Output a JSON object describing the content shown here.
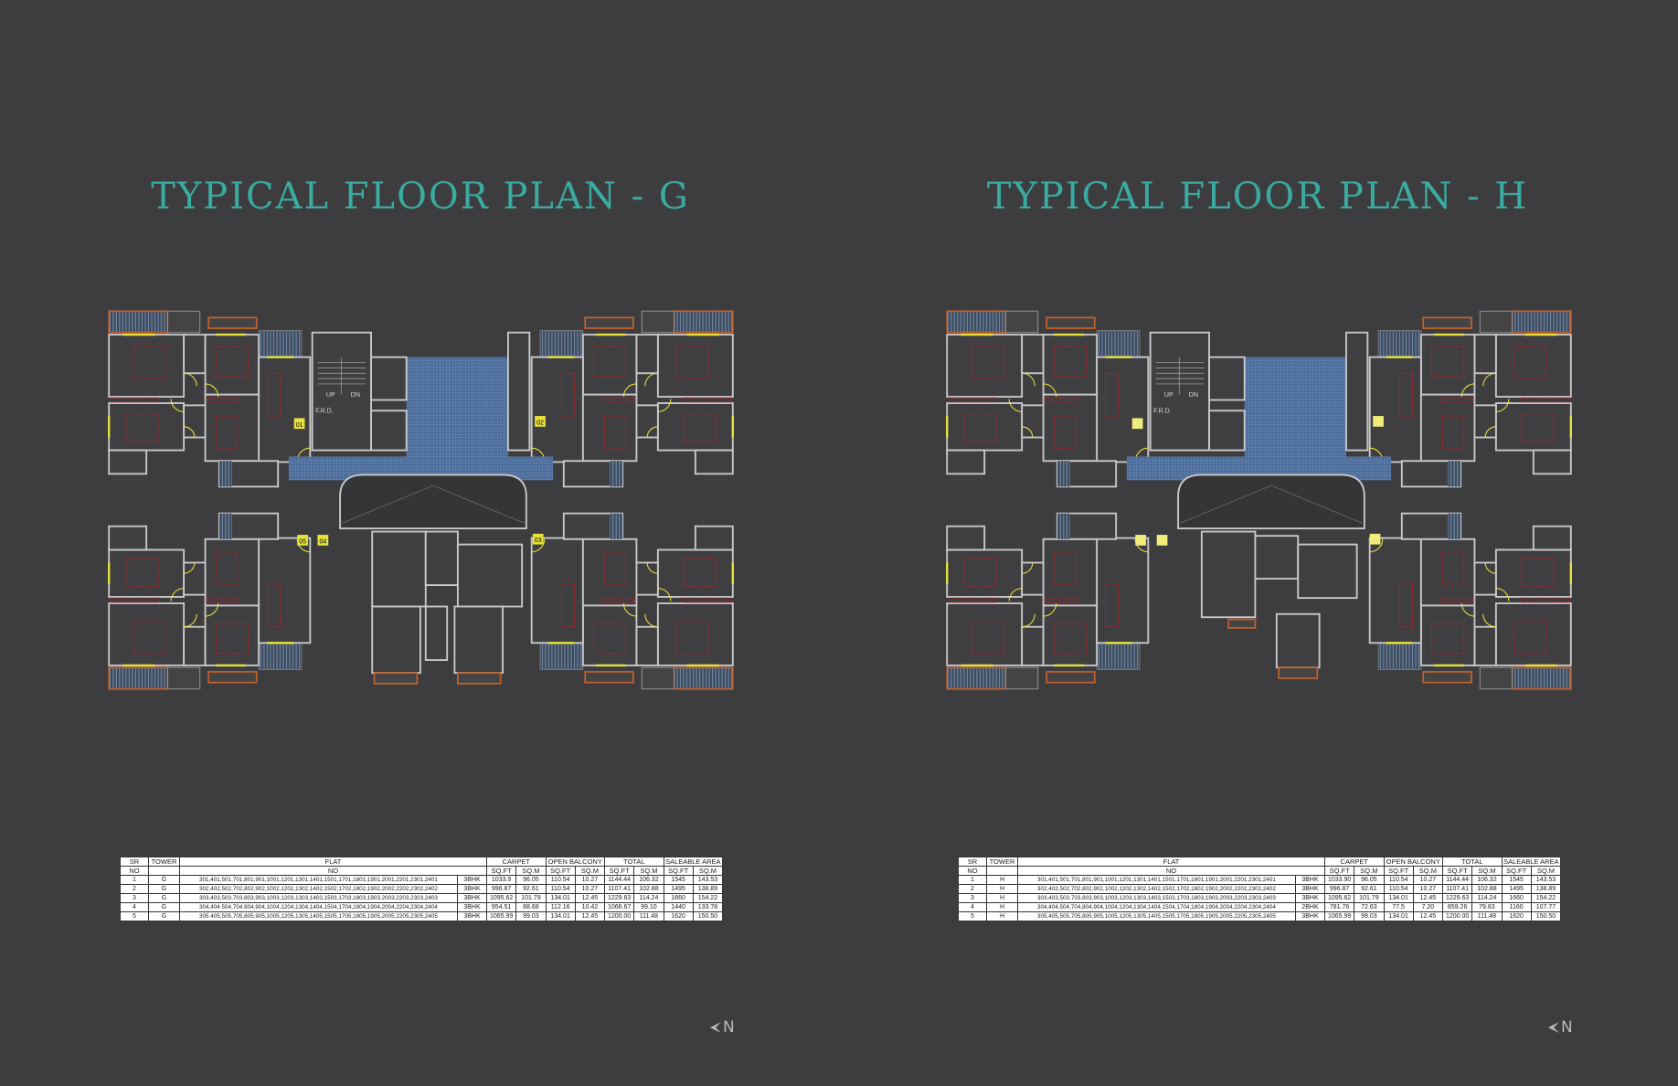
{
  "plans": [
    {
      "title": "TYPICAL FLOOR PLAN - G",
      "unit_badges": [
        "01",
        "02",
        "03",
        "04",
        "05"
      ],
      "core_labels": {
        "up": "UP",
        "dn": "DN",
        "frd": "F.R.D."
      },
      "table": {
        "headers": {
          "sr": "SR",
          "sr2": "NO",
          "tower": "TOWER",
          "flat": "FLAT",
          "flat2": "NO",
          "carpet": "CARPET",
          "balcony": "OPEN BALCONY",
          "total": "TOTAL",
          "saleable": "SALEABLE AREA",
          "sqft": "SQ.FT",
          "sqm": "SQ.M"
        },
        "rows": [
          {
            "sr": "1",
            "tower": "G",
            "flats": "301,401,501,701,801,901,1001,1201,1301,1401,1501,1701,1801,1901,2001,2201,2301,2401",
            "type": "3BHK",
            "carpet_sqft": "1033.9",
            "carpet_sqm": "96.05",
            "balcony_sqft": "110.54",
            "balcony_sqm": "10.27",
            "total_sqft": "1144.44",
            "total_sqm": "106.32",
            "saleable_sqft": "1545",
            "saleable_sqm": "143.53"
          },
          {
            "sr": "2",
            "tower": "G",
            "flats": "302,402,502,702,802,902,1002,1202,1302,1402,1502,1702,1802,1902,2002,2202,2302,2402",
            "type": "3BHK",
            "carpet_sqft": "996.87",
            "carpet_sqm": "92.61",
            "balcony_sqft": "110.54",
            "balcony_sqm": "10.27",
            "total_sqft": "1107.41",
            "total_sqm": "102.88",
            "saleable_sqft": "1495",
            "saleable_sqm": "138.89"
          },
          {
            "sr": "3",
            "tower": "G",
            "flats": "303,403,503,703,803,903,1003,1203,1303,1403,1503,1703,1803,1903,2003,2203,2303,2403",
            "type": "3BHK",
            "carpet_sqft": "1095.62",
            "carpet_sqm": "101.79",
            "balcony_sqft": "134.01",
            "balcony_sqm": "12.45",
            "total_sqft": "1229.63",
            "total_sqm": "114.24",
            "saleable_sqft": "1660",
            "saleable_sqm": "154.22"
          },
          {
            "sr": "4",
            "tower": "G",
            "flats": "304,404 504,704 804,904,1004,1204,1304,1404,1504,1704,1804,1904,2004,2204,2304,2404",
            "type": "3BHK",
            "carpet_sqft": "954.51",
            "carpet_sqm": "88.68",
            "balcony_sqft": "112.16",
            "balcony_sqm": "10.42",
            "total_sqft": "1066.67",
            "total_sqm": "99.10",
            "saleable_sqft": "1440",
            "saleable_sqm": "133.78"
          },
          {
            "sr": "5",
            "tower": "G",
            "flats": "305 405,505,705,805,905,1005,1205,1305,1405,1505,1705,1805,1905,2005,2205,2305,2405",
            "type": "3BHK",
            "carpet_sqft": "1065.99",
            "carpet_sqm": "99.03",
            "balcony_sqft": "134.01",
            "balcony_sqm": "12.45",
            "total_sqft": "1200.00",
            "total_sqm": "111.48",
            "saleable_sqft": "1620",
            "saleable_sqm": "150.50"
          }
        ]
      },
      "north_label": "N"
    },
    {
      "title": "TYPICAL FLOOR PLAN - H",
      "unit_badges": [
        "",
        "",
        "",
        "",
        ""
      ],
      "core_labels": {
        "up": "UP",
        "dn": "DN",
        "frd": "F.R.D."
      },
      "table": {
        "headers": {
          "sr": "SR",
          "sr2": "NO",
          "tower": "TOWER",
          "flat": "FLAT",
          "flat2": "NO",
          "carpet": "CARPET",
          "balcony": "OPEN BALCONY",
          "total": "TOTAL",
          "saleable": "SALEABLE AREA",
          "sqft": "SQ.FT",
          "sqm": "SQ.M"
        },
        "rows": [
          {
            "sr": "1",
            "tower": "H",
            "flats": "301,401,501,701,801,901,1001,1201,1301,1401,1501,1701,1801,1901,2001,2201,2301,2401",
            "type": "3BHK",
            "carpet_sqft": "1033.90",
            "carpet_sqm": "96.05",
            "balcony_sqft": "110.54",
            "balcony_sqm": "10.27",
            "total_sqft": "1144.44",
            "total_sqm": "106.32",
            "saleable_sqft": "1545",
            "saleable_sqm": "143.53"
          },
          {
            "sr": "2",
            "tower": "H",
            "flats": "302,402,502,702,802,902,1002,1202,1302,1402,1502,1702,1802,1902,2002,2202,2302,2402",
            "type": "3BHK",
            "carpet_sqft": "996.87",
            "carpet_sqm": "92.61",
            "balcony_sqft": "110.54",
            "balcony_sqm": "10.27",
            "total_sqft": "1107.41",
            "total_sqm": "102.88",
            "saleable_sqft": "1495",
            "saleable_sqm": "138.89"
          },
          {
            "sr": "3",
            "tower": "H",
            "flats": "303,403,503,703,803,903,1003,1203,1303,1403,1503,1703,1803,1903,2003,2203,2303,2403",
            "type": "3BHK",
            "carpet_sqft": "1095.62",
            "carpet_sqm": "101.79",
            "balcony_sqft": "134.01",
            "balcony_sqm": "12.45",
            "total_sqft": "1229.63",
            "total_sqm": "114.24",
            "saleable_sqft": "1660",
            "saleable_sqm": "154.22"
          },
          {
            "sr": "4",
            "tower": "H",
            "flats": "304,404,504,704,804,904,1004,1204,1304,1404,1504,1704,1804,1904,2004,2204,2304,2404",
            "type": "2BHK",
            "carpet_sqft": "781.76",
            "carpet_sqm": "72.63",
            "balcony_sqft": "77.5",
            "balcony_sqm": "7.20",
            "total_sqft": "859.26",
            "total_sqm": "79.83",
            "saleable_sqft": "1160",
            "saleable_sqm": "107.77"
          },
          {
            "sr": "5",
            "tower": "H",
            "flats": "305,405,505,705,805,905,1005,1205,1305,1405,1505,1705,1805,1905,2005,2205,2305,2405",
            "type": "3BHK",
            "carpet_sqft": "1065.99",
            "carpet_sqm": "99.03",
            "balcony_sqft": "134.01",
            "balcony_sqm": "12.45",
            "total_sqft": "1200.00",
            "total_sqm": "111.48",
            "saleable_sqft": "1620",
            "saleable_sqm": "150.50"
          }
        ]
      },
      "north_label": "N"
    }
  ],
  "colors": {
    "background": "#3d3d3f",
    "title": "#3aaba1",
    "wall": "#c9c9c9",
    "window": "#e8e23a",
    "furniture": "#a8232a",
    "balcony_edge": "#c0612e",
    "lobby": "#5a7db0"
  }
}
